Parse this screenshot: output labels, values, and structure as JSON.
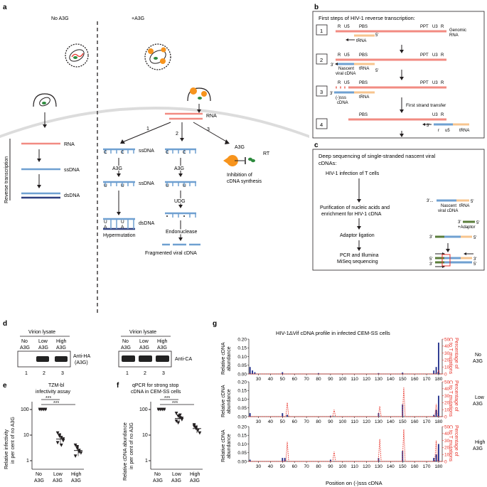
{
  "panel_labels": {
    "a": "a",
    "b": "b",
    "c": "c",
    "d": "d",
    "e": "e",
    "f": "f",
    "g": "g"
  },
  "panel_a": {
    "no_a3g": "No A3G",
    "plus_a3g": "+A3G",
    "rna": "RNA",
    "ssdna": "ssDNA",
    "dsdna": "dsDNA",
    "rev_tx": "Reverse transcription",
    "path1": "1",
    "path2": "2",
    "path3": "3",
    "a3g": "A3G",
    "rt": "RT",
    "udg": "UDG",
    "hypermutation": "Hypermutation",
    "endonuclease": "Endonuclease",
    "fragmented": "Fragmented viral cDNA",
    "inhibition_line1": "Inhibition of",
    "inhibition_line2": "cDNA synthesis",
    "base_c": "C",
    "base_u": "U",
    "base_a": "A"
  },
  "panel_b": {
    "title": "First steps of HIV-1 reverse transcription:",
    "steps": [
      "1",
      "2",
      "3",
      "4"
    ],
    "r": "R",
    "u5": "U5",
    "pbs": "PBS",
    "ppt": "PPT",
    "u3": "U3",
    "genomic": "Genomic",
    "rna": "RNA",
    "trna": "tRNA",
    "five": "5'",
    "three": "3'",
    "nascent": "Nascent",
    "viral_cdna": "viral cDNA",
    "sss": "(-)sss",
    "cdna": "cDNA",
    "first_strand": "First strand transfer",
    "r_small": "r",
    "u5_small": "u5"
  },
  "panel_c": {
    "title_line1": "Deep sequencing of single-stranded nascent viral",
    "title_line2": "cDNAs:",
    "step1": "HIV-1 infection of T cells",
    "step2_line1": "Purification of nucleic acids and",
    "step2_line2": "enrichment for HIV-1 cDNA",
    "step3": "Adaptor ligation",
    "step4_line1": "PCR and Illumina",
    "step4_line2": "MiSeq sequencing",
    "three_dots": "3'...",
    "five": "5'",
    "three": "3'",
    "nascent": "Nascent",
    "viral_cdna": "viral cDNA",
    "trna": "tRNA",
    "adaptor": "+Adaptor"
  },
  "panel_d": {
    "lysate": "Virion lysate",
    "cols": [
      [
        "No",
        "A3G"
      ],
      [
        "Low",
        "A3G"
      ],
      [
        "High",
        "A3G"
      ]
    ],
    "anti_ha": "Anti-HA",
    "a3g_paren": "(A3G)",
    "anti_ca": "Anti-CA",
    "lanes": [
      "1",
      "2",
      "3"
    ]
  },
  "panel_e": {
    "title_line1": "TZM-bl",
    "title_line2": "infectivity assay",
    "ylabel_line1": "Relative infectivity",
    "ylabel_line2": "in per cent of no A3G",
    "yticks": [
      "100",
      "10",
      "1"
    ],
    "xcats": [
      [
        "No",
        "A3G"
      ],
      [
        "Low",
        "A3G"
      ],
      [
        "High",
        "A3G"
      ]
    ],
    "sig": "***"
  },
  "panel_f": {
    "title_line1": "qPCR for strong stop",
    "title_line2": "cDNA in CEM-SS cells",
    "ylabel_line1": "Relative cDNA abundance",
    "ylabel_line2": "in per cent of no A3G",
    "yticks": [
      "100",
      "10",
      "1"
    ],
    "xcats": [
      [
        "No",
        "A3G"
      ],
      [
        "Low",
        "A3G"
      ],
      [
        "High",
        "A3G"
      ]
    ],
    "sig": "***"
  },
  "panel_g": {
    "title": "HIV-1ΔVif cDNA profile in infected CEM-SS cells",
    "xlabel": "Position on (-)sss cDNA",
    "ylabel_line1": "Relative cDNA",
    "ylabel_line2": "abundance",
    "y2label_line1": "Percentage of",
    "y2label_line2": "C to T mutations",
    "conditions": [
      [
        "No",
        "A3G"
      ],
      [
        "Low",
        "A3G"
      ],
      [
        "High",
        "A3G"
      ]
    ],
    "left_ticks": [
      "0.20",
      "0.15",
      "0.10",
      "0.05",
      "0.00"
    ],
    "right_ticks": [
      "50",
      "40",
      "30",
      "20",
      "10",
      "0"
    ],
    "xticks": [
      "30",
      "40",
      "50",
      "60",
      "70",
      "80",
      "90",
      "100",
      "110",
      "120",
      "130",
      "140",
      "150",
      "160",
      "170",
      "180"
    ]
  },
  "colors": {
    "rna": "#f28b82",
    "dna": "#6fa0d1",
    "dna_dark": "#2e3f7f",
    "trna": "#f7c58f",
    "orange": "#f7941d",
    "green": "#2e8b3e",
    "adaptor": "#5a7d3a",
    "red": "#e8332a",
    "bar": "#1f2d8a",
    "membrane": "#dcdcdc"
  },
  "chart_data": [
    {
      "type": "scatter",
      "title": "TZM-bl infectivity assay",
      "ylabel": "Relative infectivity in per cent of no A3G",
      "categories": [
        "No A3G",
        "Low A3G",
        "High A3G"
      ],
      "yscale": "log",
      "ylim": [
        1,
        150
      ],
      "means": [
        100,
        7,
        2.5
      ],
      "points": [
        [
          100,
          100,
          100,
          100,
          100,
          100,
          100,
          100
        ],
        [
          12,
          9,
          8,
          6,
          5,
          10,
          4,
          7
        ],
        [
          4,
          3,
          2.5,
          2,
          1.5,
          3.5,
          2.2
        ]
      ]
    },
    {
      "type": "scatter",
      "title": "qPCR for strong stop cDNA in CEM-SS cells",
      "ylabel": "Relative cDNA abundance in per cent of no A3G",
      "categories": [
        "No A3G",
        "Low A3G",
        "High A3G"
      ],
      "yscale": "log",
      "ylim": [
        1,
        150
      ],
      "means": [
        100,
        45,
        18
      ],
      "points": [
        [
          100,
          100,
          100,
          100,
          100,
          100,
          100,
          100
        ],
        [
          70,
          55,
          48,
          40,
          35,
          30,
          60,
          45
        ],
        [
          25,
          20,
          15,
          12,
          22,
          18
        ]
      ]
    },
    {
      "type": "bar",
      "title": "HIV-1ΔVif cDNA profile in infected CEM-SS cells",
      "xlabel": "Position on (-)sss cDNA",
      "xlim": [
        22,
        183
      ],
      "panels": [
        {
          "condition": "No A3G",
          "abundance": [
            [
              23,
              0.04
            ],
            [
              25,
              0.02
            ],
            [
              27,
              0.01
            ],
            [
              50,
              0.01
            ],
            [
              80,
              0.005
            ],
            [
              130,
              0.005
            ],
            [
              150,
              0.008
            ],
            [
              176,
              0.02
            ],
            [
              178,
              0.04
            ],
            [
              180,
              0.18
            ]
          ],
          "mutation_peaks": [
            [
              180,
              5
            ]
          ]
        },
        {
          "condition": "Low A3G",
          "abundance": [
            [
              23,
              0.02
            ],
            [
              50,
              0.02
            ],
            [
              54,
              0.01
            ],
            [
              90,
              0.005
            ],
            [
              130,
              0.02
            ],
            [
              150,
              0.07
            ],
            [
              176,
              0.01
            ],
            [
              178,
              0.04
            ],
            [
              180,
              0.12
            ]
          ],
          "mutation_peaks": [
            [
              54,
              20
            ],
            [
              93,
              10
            ],
            [
              131,
              15
            ],
            [
              151,
              42
            ],
            [
              178,
              18
            ]
          ]
        },
        {
          "condition": "High A3G",
          "abundance": [
            [
              23,
              0.01
            ],
            [
              50,
              0.02
            ],
            [
              52,
              0.02
            ],
            [
              90,
              0.01
            ],
            [
              130,
              0.02
            ],
            [
              150,
              0.06
            ],
            [
              176,
              0.02
            ],
            [
              178,
              0.04
            ],
            [
              180,
              0.1
            ]
          ],
          "mutation_peaks": [
            [
              54,
              28
            ],
            [
              93,
              14
            ],
            [
              131,
              32
            ],
            [
              151,
              46
            ],
            [
              178,
              30
            ]
          ]
        }
      ],
      "ylim_left": [
        0,
        0.2
      ],
      "ylim_right": [
        0,
        50
      ]
    }
  ]
}
